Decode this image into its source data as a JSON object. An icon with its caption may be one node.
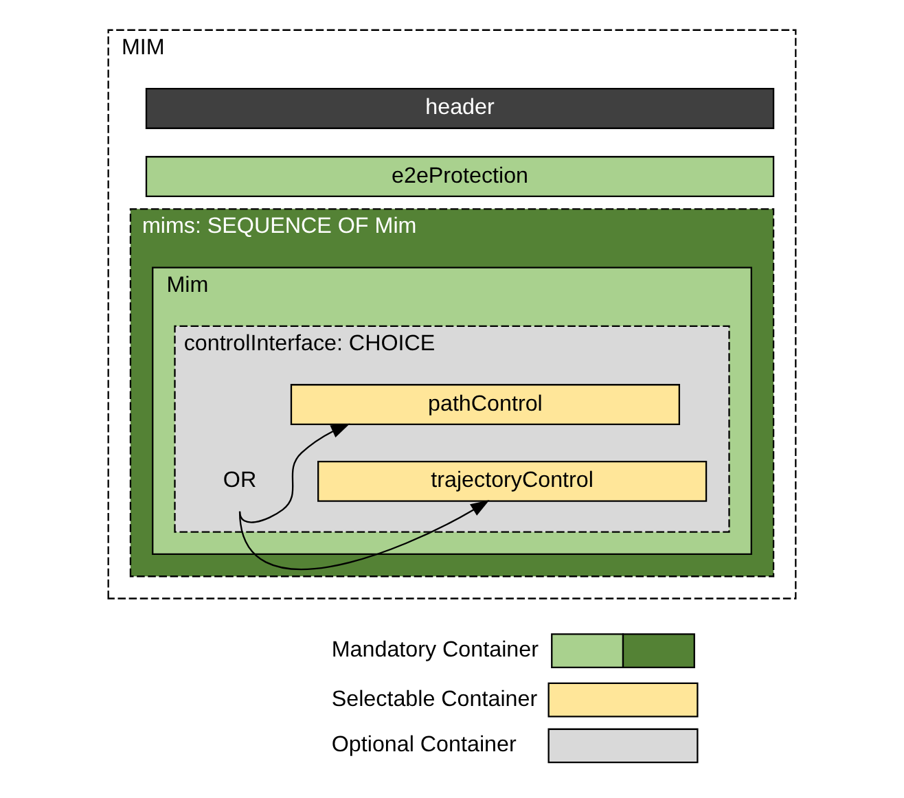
{
  "diagram": {
    "nodes": [
      {
        "text": [
          "MIM"
        ]
      },
      {
        "text": [
          "header"
        ],
        "in": 0
      },
      {
        "text": [
          "e2eProtection"
        ],
        "in": 0
      },
      {
        "text": [
          "mims: SEQUENCE OF Mim"
        ],
        "in": 0
      },
      {
        "text": [
          "Mim"
        ],
        "in": 3
      },
      {
        "text": [
          "controlInterface: CHOICE"
        ],
        "in": 4
      },
      {
        "text": [
          "OR"
        ],
        "in": 5
      },
      {
        "text": [
          "pathControl"
        ],
        "in": 5
      },
      {
        "text": [
          "trajectoryControl"
        ],
        "in": 5
      }
    ],
    "edges": [
      {
        "from": 6,
        "to": 7,
        "arrow": "to"
      },
      {
        "from": 6,
        "to": 8,
        "arrow": "to"
      }
    ],
    "legend": [
      {
        "text": "Mandatory Container"
      },
      {
        "text": "Selectable Container",
        "color": "#ffe699"
      },
      {
        "text": "Optional Container",
        "color": "#d9d9d9"
      }
    ]
  }
}
